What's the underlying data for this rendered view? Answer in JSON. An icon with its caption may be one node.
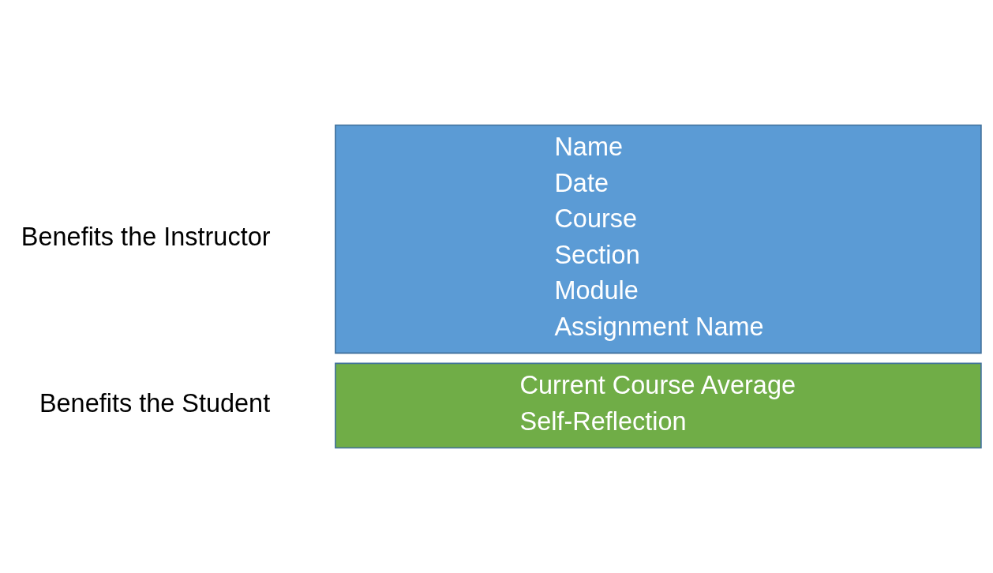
{
  "diagram": {
    "nodes": [
      {
        "text": [
          "Name",
          "Date",
          "Course",
          "Section",
          "Module",
          "Assignment Name"
        ],
        "beside": [
          "Benefits the Instructor"
        ]
      },
      {
        "text": [
          "Current Course Average",
          "Self-Reflection"
        ],
        "beside": [
          "Benefits the Student"
        ]
      }
    ],
    "edges": []
  }
}
